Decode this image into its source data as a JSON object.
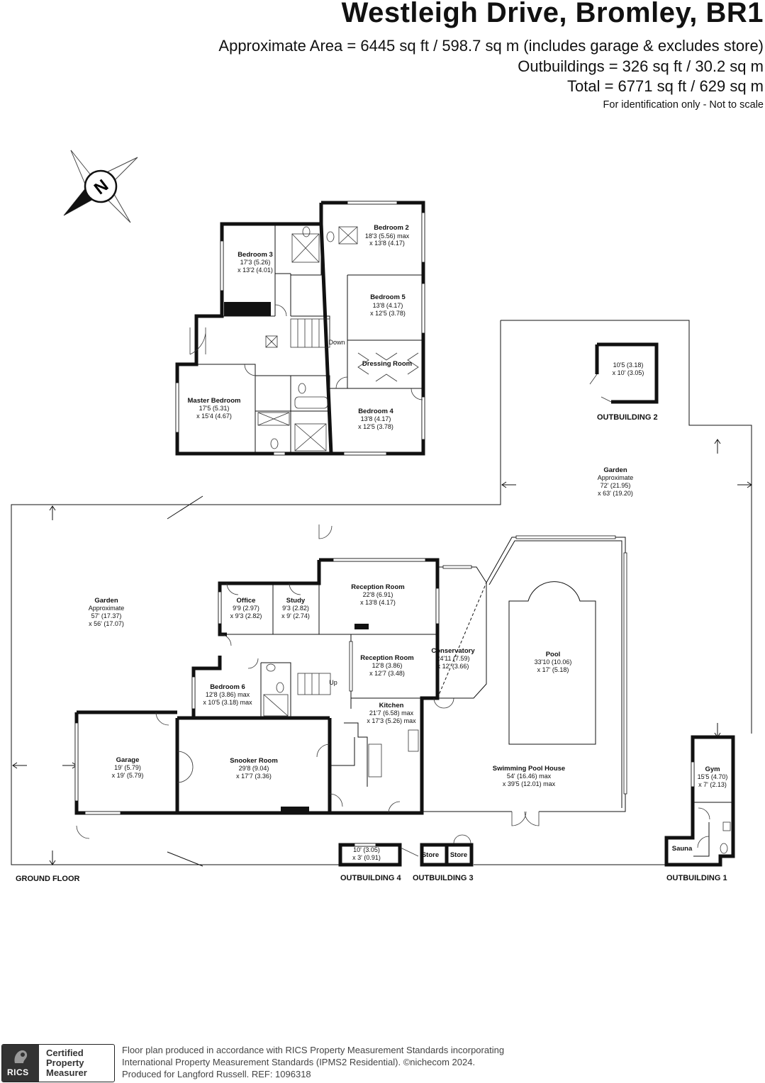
{
  "header": {
    "title": "Westleigh Drive, Bromley, BR1",
    "approx_area": "Approximate Area = 6445 sq ft / 598.7 sq m (includes garage & excludes store)",
    "outbuildings": "Outbuildings = 326 sq ft / 30.2 sq m",
    "total": "Total = 6771 sq ft / 629 sq m",
    "disclaimer": "For identification only - Not to scale"
  },
  "compass": {
    "letter": "N",
    "icon": "compass-rose-icon"
  },
  "first_floor_rooms": [
    {
      "id": "bedroom-2",
      "name": "Bedroom 2",
      "dim1": "18'3 (5.56) max",
      "dim2": "x 13'8 (4.17)"
    },
    {
      "id": "bedroom-3",
      "name": "Bedroom 3",
      "dim1": "17'3 (5.26)",
      "dim2": "x 13'2 (4.01)"
    },
    {
      "id": "bedroom-5",
      "name": "Bedroom 5",
      "dim1": "13'8 (4.17)",
      "dim2": "x 12'5 (3.78)"
    },
    {
      "id": "dressing-room",
      "name": "Dressing Room",
      "dim1": "",
      "dim2": ""
    },
    {
      "id": "master-bedroom",
      "name": "Master Bedroom",
      "dim1": "17'5 (5.31)",
      "dim2": "x 15'4 (4.67)"
    },
    {
      "id": "bedroom-4",
      "name": "Bedroom 4",
      "dim1": "13'8 (4.17)",
      "dim2": "x 12'5 (3.78)"
    }
  ],
  "stair_down": "Down",
  "stair_up": "Up",
  "ground_floor_rooms": [
    {
      "id": "office",
      "name": "Office",
      "dim1": "9'9 (2.97)",
      "dim2": "x 9'3 (2.82)"
    },
    {
      "id": "study",
      "name": "Study",
      "dim1": "9'3 (2.82)",
      "dim2": "x 9' (2.74)"
    },
    {
      "id": "reception-room-1",
      "name": "Reception Room",
      "dim1": "22'8 (6.91)",
      "dim2": "x 13'8 (4.17)"
    },
    {
      "id": "reception-room-2",
      "name": "Reception Room",
      "dim1": "12'8 (3.86)",
      "dim2": "x 12'7 (3.48)"
    },
    {
      "id": "conservatory",
      "name": "Conservatory",
      "dim1": "24'11 (7.59)",
      "dim2": "x 12' (3.66)"
    },
    {
      "id": "pool",
      "name": "Pool",
      "dim1": "33'10 (10.06)",
      "dim2": "x 17' (5.18)"
    },
    {
      "id": "bedroom-6",
      "name": "Bedroom 6",
      "dim1": "12'8 (3.86) max",
      "dim2": "x 10'5 (3.18) max"
    },
    {
      "id": "kitchen",
      "name": "Kitchen",
      "dim1": "21'7 (6.58) max",
      "dim2": "x 17'3 (5.26) max"
    },
    {
      "id": "garage",
      "name": "Garage",
      "dim1": "19' (5.79)",
      "dim2": "x 19' (5.79)"
    },
    {
      "id": "snooker-room",
      "name": "Snooker Room",
      "dim1": "29'8 (9.04)",
      "dim2": "x 17'7 (3.36)"
    },
    {
      "id": "swimming-pool-house",
      "name": "Swimming Pool House",
      "dim1": "54' (16.46) max",
      "dim2": "x 39'5 (12.01) max"
    },
    {
      "id": "gym",
      "name": "Gym",
      "dim1": "15'5 (4.70)",
      "dim2": "x 7' (2.13)"
    },
    {
      "id": "sauna",
      "name": "Sauna",
      "dim1": "",
      "dim2": ""
    }
  ],
  "gardens": [
    {
      "id": "garden-west",
      "name": "Garden",
      "dim0": "Approximate",
      "dim1": "57' (17.37)",
      "dim2": "x 56' (17.07)"
    },
    {
      "id": "garden-east",
      "name": "Garden",
      "dim0": "Approximate",
      "dim1": "72' (21.95)",
      "dim2": "x 63' (19.20)"
    }
  ],
  "outbuildings": {
    "ob2_dim1": "10'5 (3.18)",
    "ob2_dim2": "x 10' (3.05)",
    "ob4_dim1": "10' (3.05)",
    "ob4_dim2": "x 3' (0.91)",
    "store1": "Store",
    "store2": "Store"
  },
  "labels": {
    "ground_floor": "GROUND FLOOR",
    "outbuilding_1": "OUTBUILDING 1",
    "outbuilding_2": "OUTBUILDING 2",
    "outbuilding_3": "OUTBUILDING 3",
    "outbuilding_4": "OUTBUILDING 4"
  },
  "footer": {
    "badge_line1": "Certified",
    "badge_line2": "Property",
    "badge_line3": "Measurer",
    "badge_logo": "RICS",
    "line1": "Floor plan produced in accordance with RICS Property Measurement Standards incorporating",
    "line2": "International Property Measurement Standards (IPMS2 Residential).  ©nichecom 2024.",
    "line3": "Produced for Langford Russell.   REF: 1096318"
  }
}
